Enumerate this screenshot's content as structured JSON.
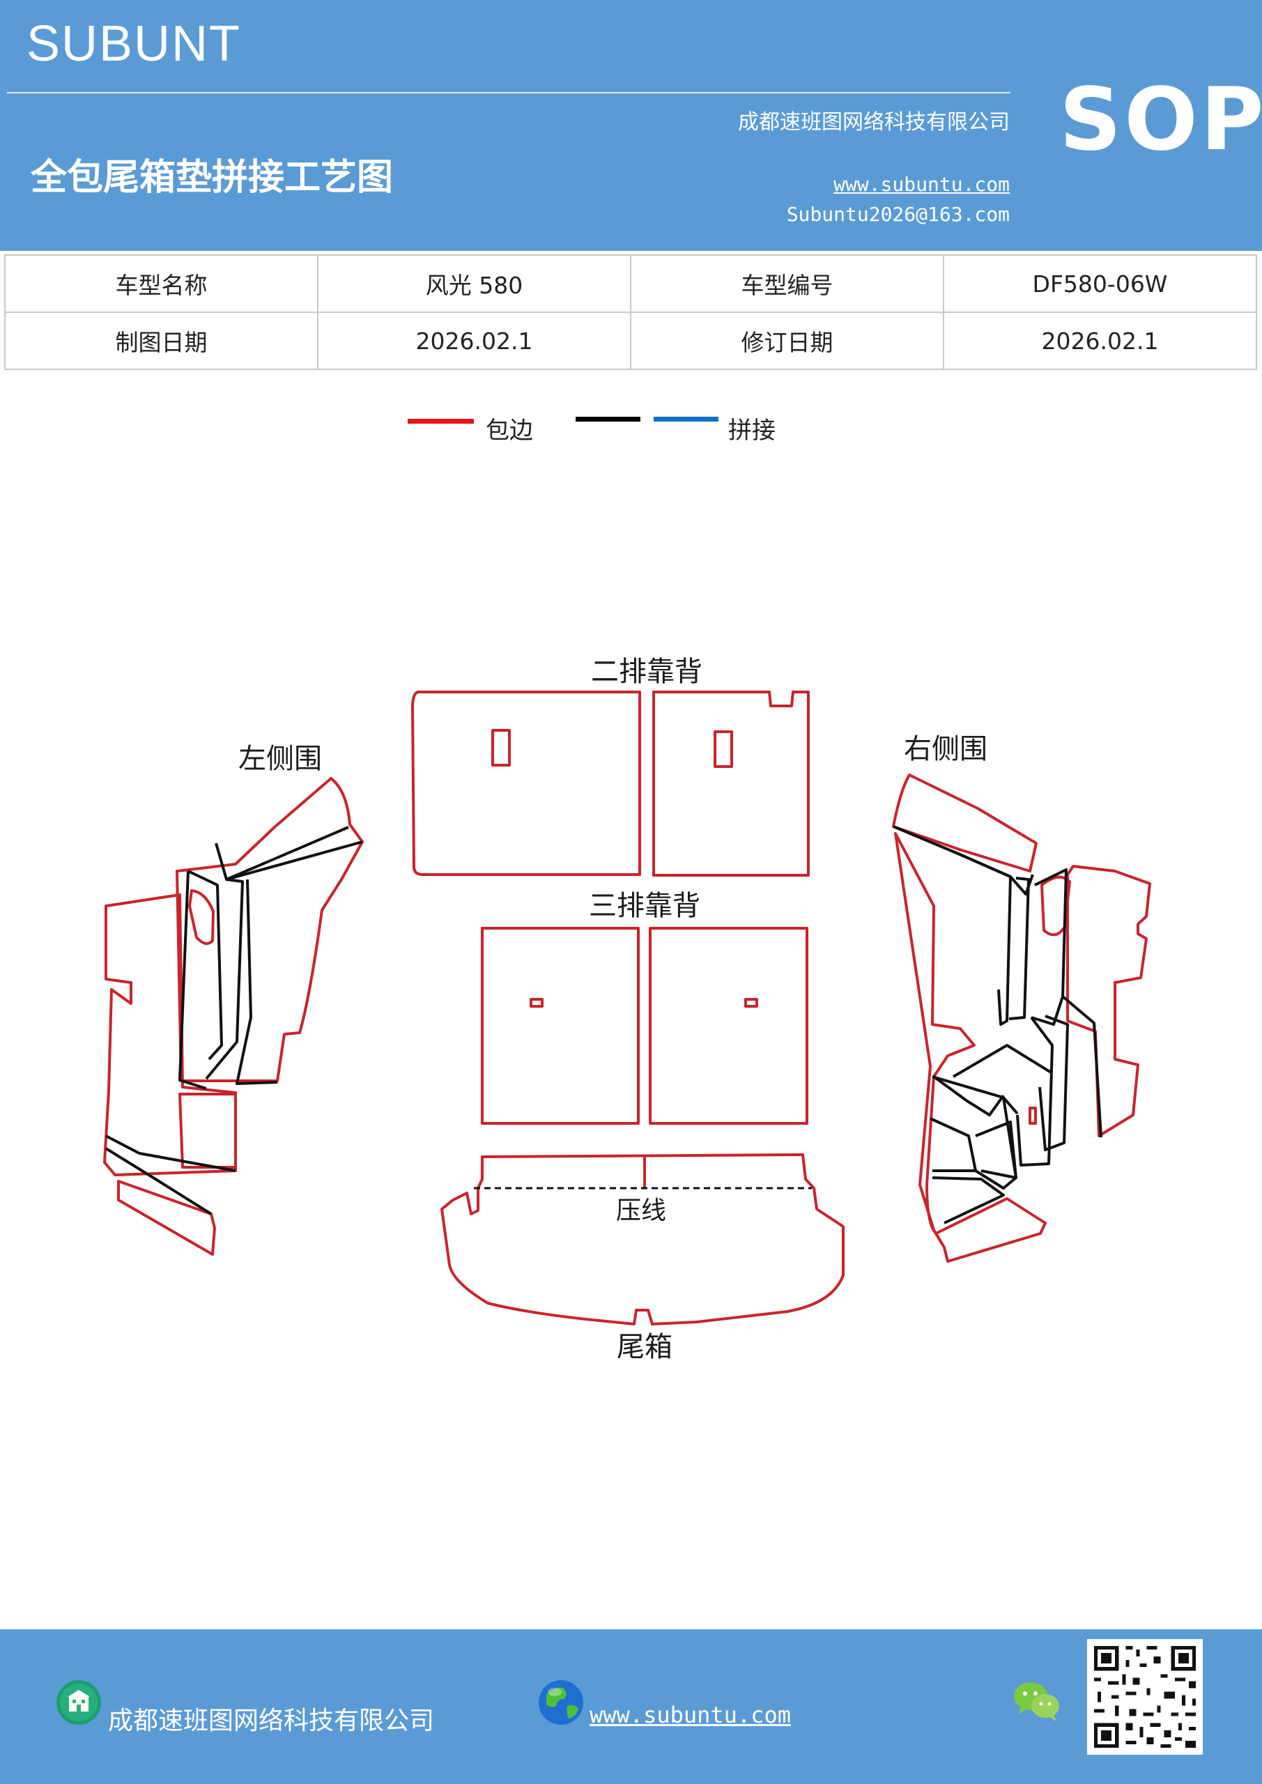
{
  "header": {
    "brand": "SUBUNT",
    "company": "成都速班图网络科技有限公司",
    "title": "全包尾箱垫拼接工艺图",
    "website": "www.subuntu.com",
    "email": "Subuntu2026@163.com",
    "badge": "SOP"
  },
  "info": {
    "row1": [
      "车型名称",
      "风光 580",
      "车型编号",
      "DF580-06W"
    ],
    "row2": [
      "制图日期",
      "2026.02.1",
      "修订日期",
      "2026.02.1"
    ]
  },
  "legend": {
    "edge_label": "包边",
    "splice_label": "拼接",
    "colors": {
      "edge": "#e8141b",
      "black": "#000000",
      "splice": "#1170c4"
    }
  },
  "diagram": {
    "labels": {
      "second_row": "二排靠背",
      "third_row": "三排靠背",
      "left_side": "左侧围",
      "right_side": "右侧围",
      "trunk": "尾箱",
      "press_line": "压线"
    },
    "colors": {
      "outline": "#c9242c",
      "line": "#111111"
    }
  },
  "footer": {
    "company": "成都速班图网络科技有限公司",
    "website": "www.subuntu.com",
    "icons": [
      "building-icon",
      "globe-icon",
      "wechat-icon",
      "qr-code"
    ]
  }
}
